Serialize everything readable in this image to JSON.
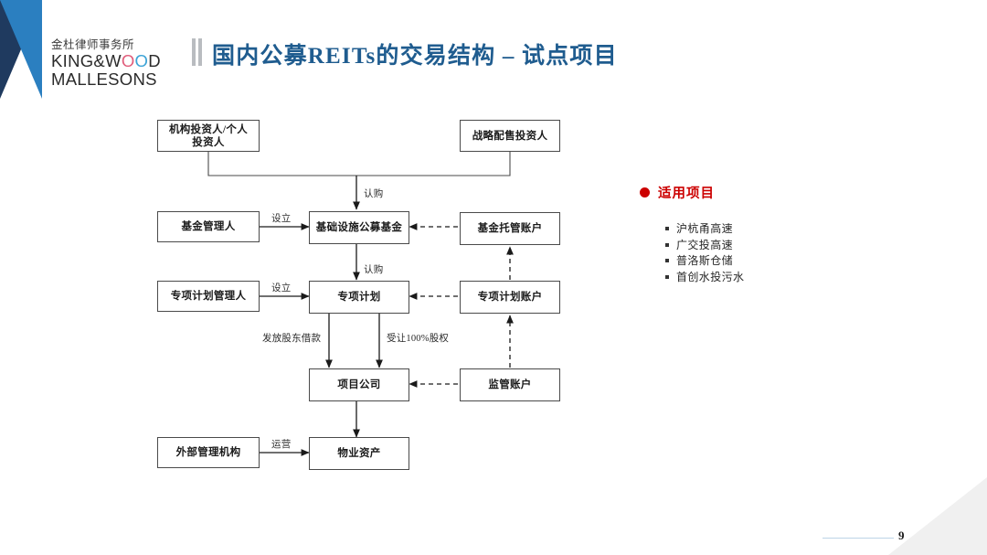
{
  "brand": {
    "logo_cn": "金杜律师事务所",
    "logo_en_line1_a": "KING&W",
    "logo_en_line1_o1": "O",
    "logo_en_line1_o2": "O",
    "logo_en_line1_b": "D",
    "logo_en_line2": "MALLESONS",
    "color_dark": "#1f3a5f",
    "color_light": "#2b7fc0"
  },
  "header": {
    "title": "国内公募REITs的交易结构 – 试点项目",
    "title_color": "#1f5c8f"
  },
  "diagram": {
    "nodes": {
      "institutional_investors": "机构投资人/个人\n投资人",
      "institutional_investors_line1": "机构投资人/个人",
      "institutional_investors_line2": "投资人",
      "strategic_investors": "战略配售投资人",
      "fund_manager": "基金管理人",
      "public_fund": "基础设施公募基金",
      "fund_custody_account": "基金托管账户",
      "abs_plan_manager": "专项计划管理人",
      "abs_plan": "专项计划",
      "abs_plan_account": "专项计划账户",
      "project_company": "项目公司",
      "supervision_account": "监管账户",
      "external_manager": "外部管理机构",
      "property_assets": "物业资产"
    },
    "edge_labels": {
      "subscribe_top": "认购",
      "establish_fund": "设立",
      "subscribe_mid": "认购",
      "establish_plan": "设立",
      "shareholder_loan": "发放股东借款",
      "acquire_equity": "受让100%股权",
      "operate": "运营"
    }
  },
  "panel": {
    "title": "适用项目",
    "title_color": "#cc0000",
    "items": [
      "沪杭甬高速",
      "广交投高速",
      "普洛斯仓储",
      "首创水投污水"
    ]
  },
  "footer": {
    "page_number": "9"
  }
}
